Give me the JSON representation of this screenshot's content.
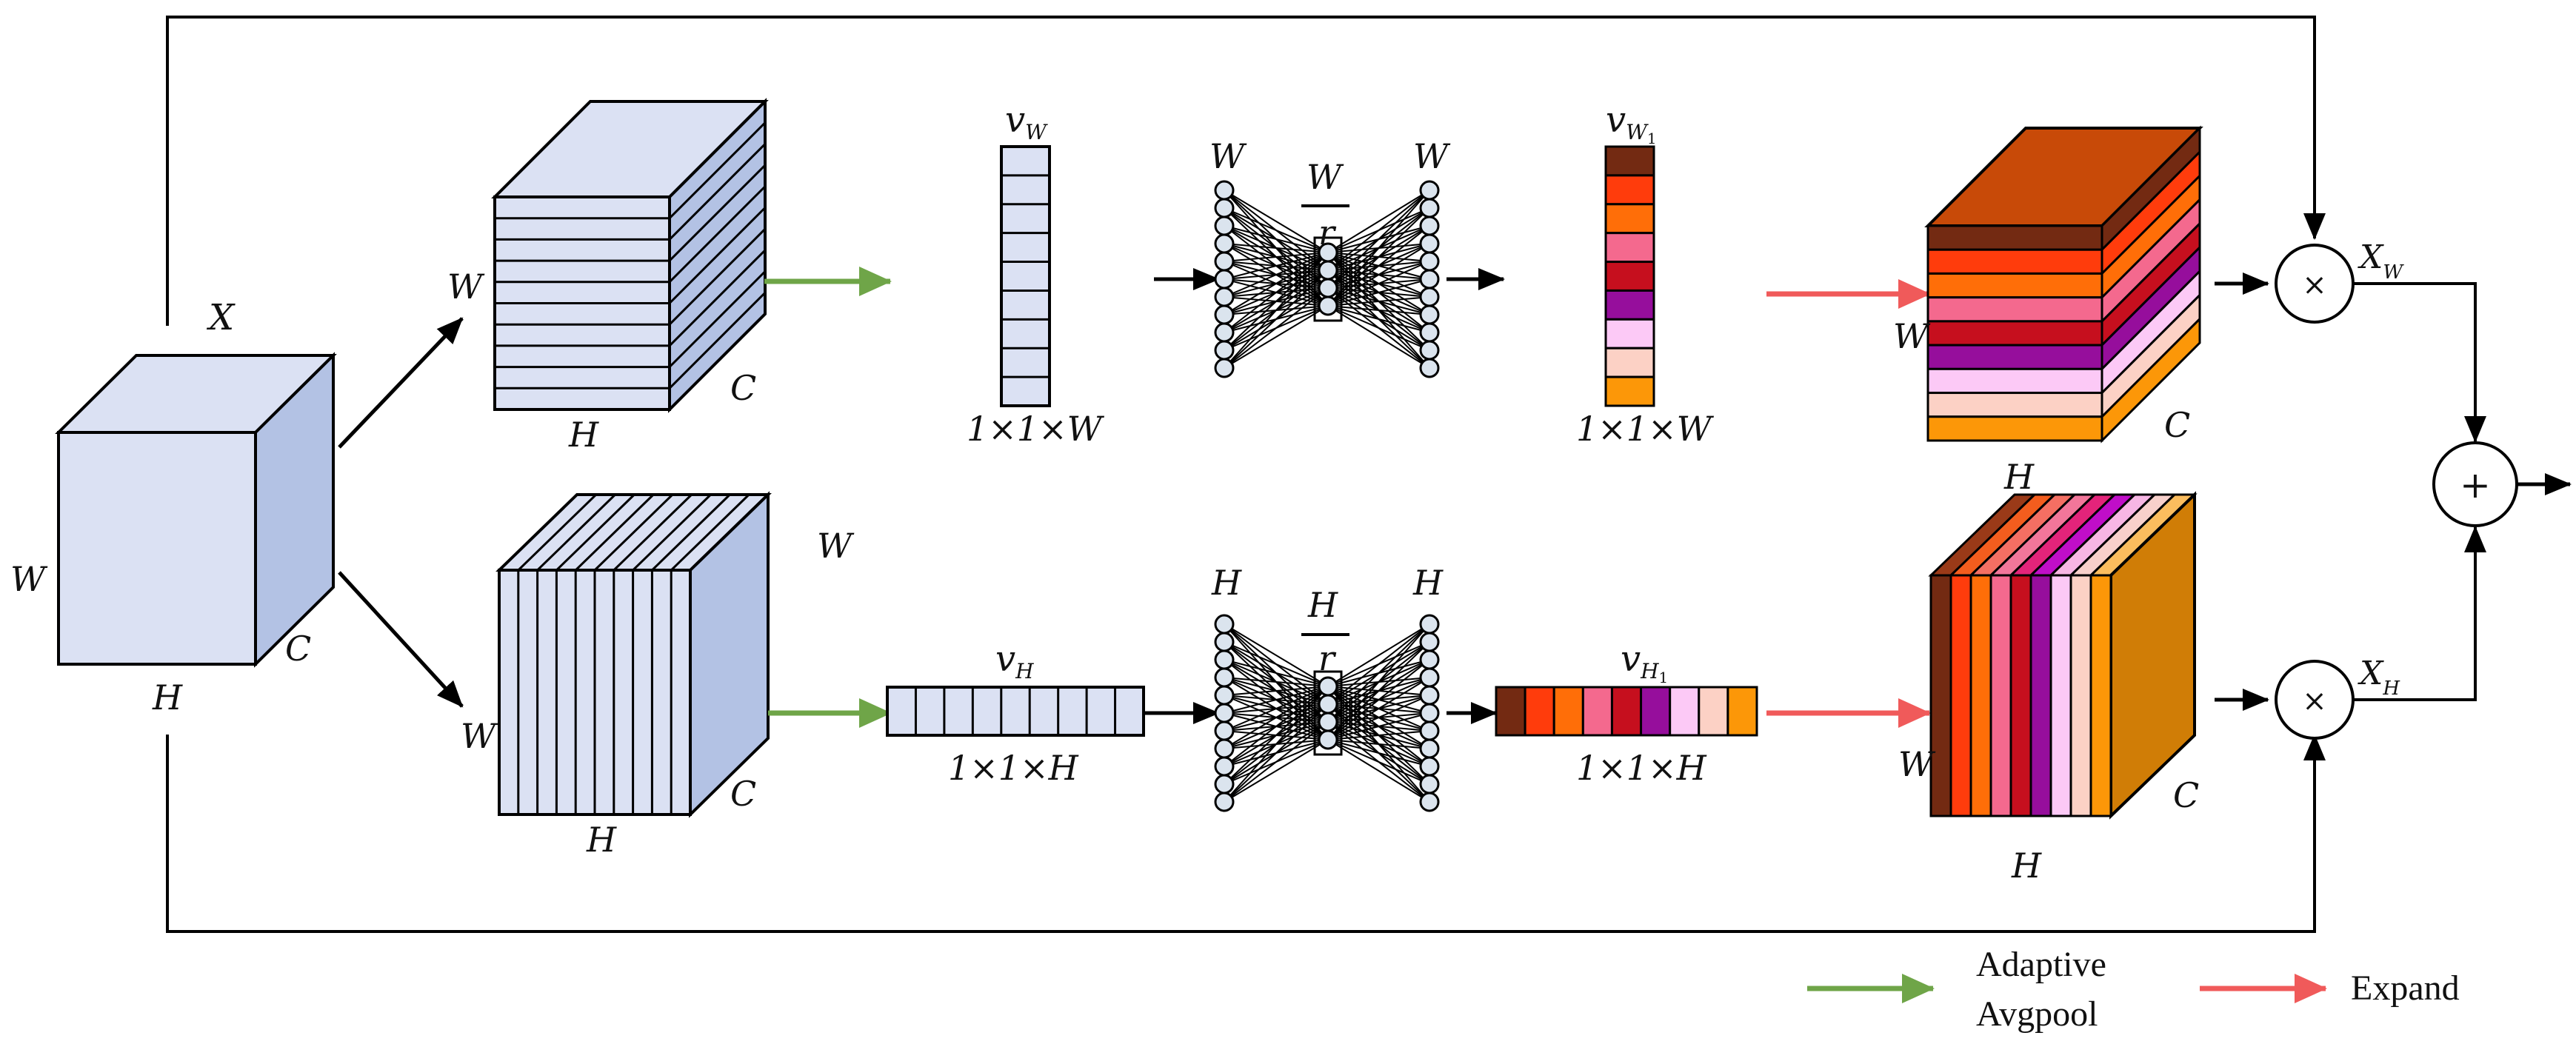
{
  "labels": {
    "input_x": "X",
    "input_w": "W",
    "input_h": "H",
    "input_c": "C",
    "top_w": "W",
    "top_h": "H",
    "top_c": "C",
    "bot_w_left": "W",
    "bot_w_right": "W",
    "bot_h": "H",
    "bot_c": "C",
    "vw_sym": "v",
    "vw_sub": "W",
    "vw_dim": "1×1×W",
    "vh_sym": "v",
    "vh_sub": "H",
    "vh_dim": "1×1×H",
    "mlp_top_left": "W",
    "mlp_top_right": "W",
    "mlp_top_num": "W",
    "mlp_top_den": "r",
    "mlp_bot_left": "H",
    "mlp_bot_right": "H",
    "mlp_bot_num": "H",
    "mlp_bot_den": "r",
    "vw1_sym": "v",
    "vw1_sub": "W",
    "vw1_subsub": "1",
    "vw1_dim": "1×1×W",
    "vh1_sym": "v",
    "vh1_sub": "H",
    "vh1_subsub": "1",
    "vh1_dim": "1×1×H",
    "out_top_w": "W",
    "out_top_c": "C",
    "out_bot_h_top": "H",
    "out_bot_w": "W",
    "out_bot_c": "C",
    "out_bot_h_bottom": "H",
    "mult_symbol": "×",
    "add_symbol": "+",
    "xw_sym": "X",
    "xw_sub": "W",
    "xh_sym": "X",
    "xh_sub": "H"
  },
  "legend": {
    "pool_line1": "Adaptive",
    "pool_line2": "Avgpool",
    "expand": "Expand"
  },
  "colors": {
    "cube_face": "#dbe1f3",
    "cube_side": "#b3c2e4",
    "pool_arrow": "#6fa548",
    "expand_arrow": "#f05a5a",
    "node_fill": "#dbe4ee",
    "strip_palette": [
      "#732a12",
      "#ff3c0c",
      "#ff6e08",
      "#f4698e",
      "#c60f1e",
      "#960e9c",
      "#fcc9f6",
      "#fcd1c5",
      "#fc9708"
    ],
    "top_out_top_face": "#c84a08",
    "bot_out_side_face": "#d07d06",
    "bot_out_top_palette": [
      "#9a3a18",
      "#f35d1e",
      "#f46f63",
      "#f2769a",
      "#e3247a",
      "#c00ec8",
      "#f7b6e4",
      "#f8d0cb",
      "#fbbd5e"
    ]
  }
}
